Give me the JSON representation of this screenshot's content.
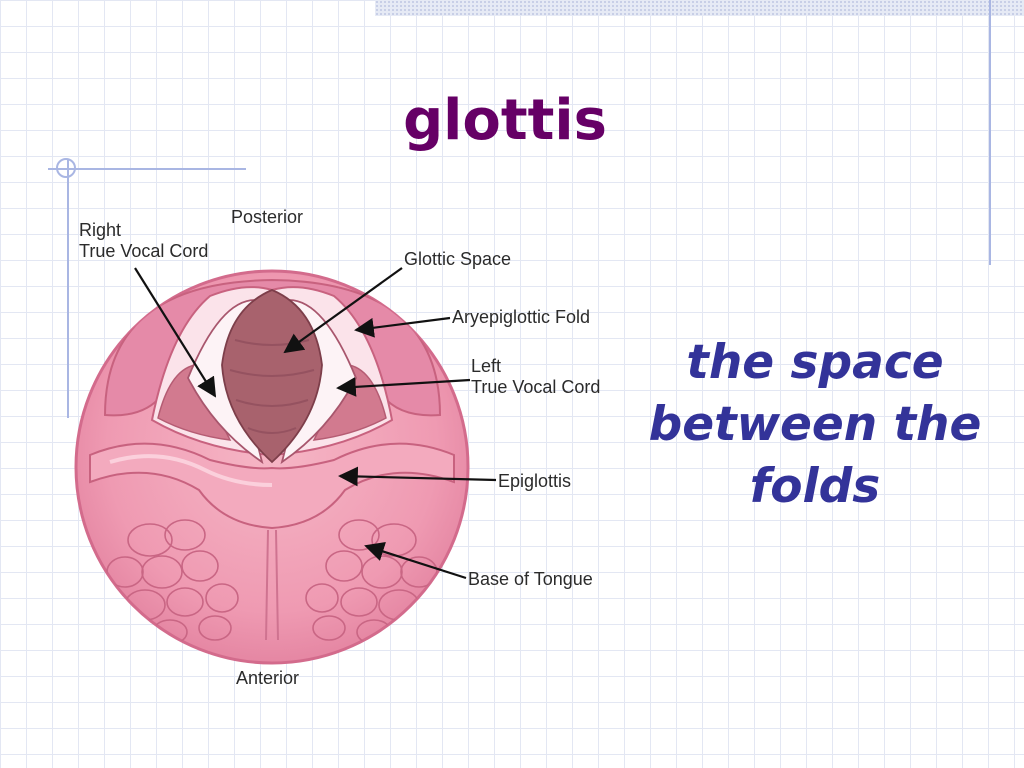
{
  "slide": {
    "title": "glottis",
    "definition_lines": [
      "the space",
      "between the",
      "folds"
    ]
  },
  "diagram": {
    "labels": {
      "posterior": "Posterior",
      "anterior": "Anterior",
      "right_line1": "Right",
      "right_line2": "True Vocal Cord",
      "glottic_space": "Glottic Space",
      "aryepiglottic_fold": "Aryepiglottic Fold",
      "left_line1": "Left",
      "left_line2": "True Vocal Cord",
      "epiglottis": "Epiglottis",
      "base_of_tongue": "Base of Tongue"
    }
  },
  "colors": {
    "title": "#660066",
    "definition": "#333399",
    "accent_line": "#a9b6e3"
  }
}
